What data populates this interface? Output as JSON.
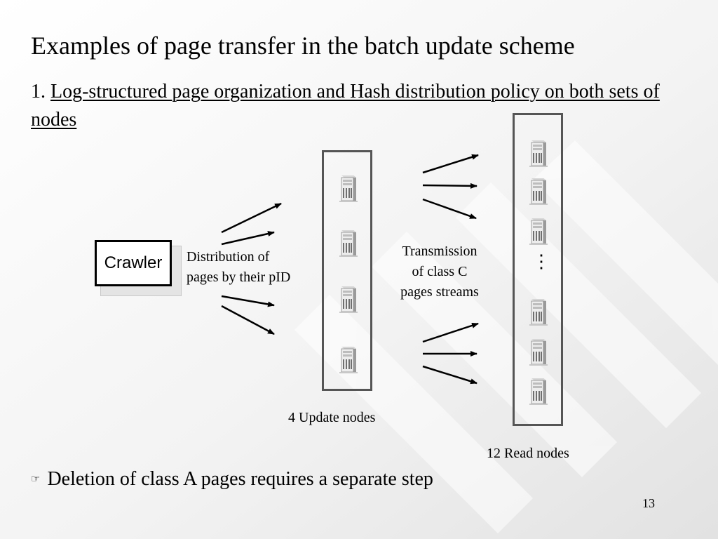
{
  "slide": {
    "title": "Examples of page transfer in the batch update scheme",
    "subtitle_number": "1. ",
    "subtitle_text": "Log-structured page organization and Hash distribution policy on both sets of nodes",
    "bullet_icon": "pointing-hand-icon",
    "bullet_text": "Deletion of class A pages requires a separate step",
    "page_number": "13"
  },
  "diagram": {
    "crawler_label": "Crawler",
    "distribution_label_1": "Distribution of",
    "distribution_label_2": "pages by their pID",
    "transmission_label_1": "Transmission",
    "transmission_label_2": "of class C",
    "transmission_label_3": "pages streams",
    "update_nodes_label": "4 Update nodes",
    "read_nodes_label": "12 Read nodes",
    "update_node_count": 4,
    "read_node_count": 12,
    "ellipsis": "⋮"
  },
  "colors": {
    "background_light": "#ffffff",
    "background_shade": "#e6e6e6",
    "column_border": "#555555",
    "arrow": "#000000"
  }
}
